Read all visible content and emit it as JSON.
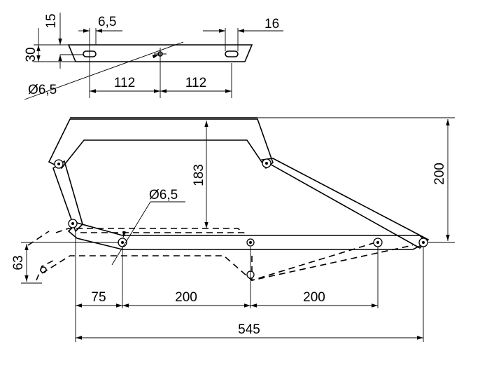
{
  "top_view": {
    "dims": {
      "height_15": "15",
      "height_30": "30",
      "slot_6_5": "6,5",
      "slot_16": "16",
      "hole_dia": "Ø6,5",
      "pitch_left": "112",
      "pitch_right": "112"
    }
  },
  "side_view": {
    "dims": {
      "hole_dia": "Ø6,5",
      "height_183": "183",
      "height_200": "200",
      "height_63": "63",
      "len_75": "75",
      "len_200_a": "200",
      "len_200_b": "200",
      "len_545": "545"
    }
  }
}
